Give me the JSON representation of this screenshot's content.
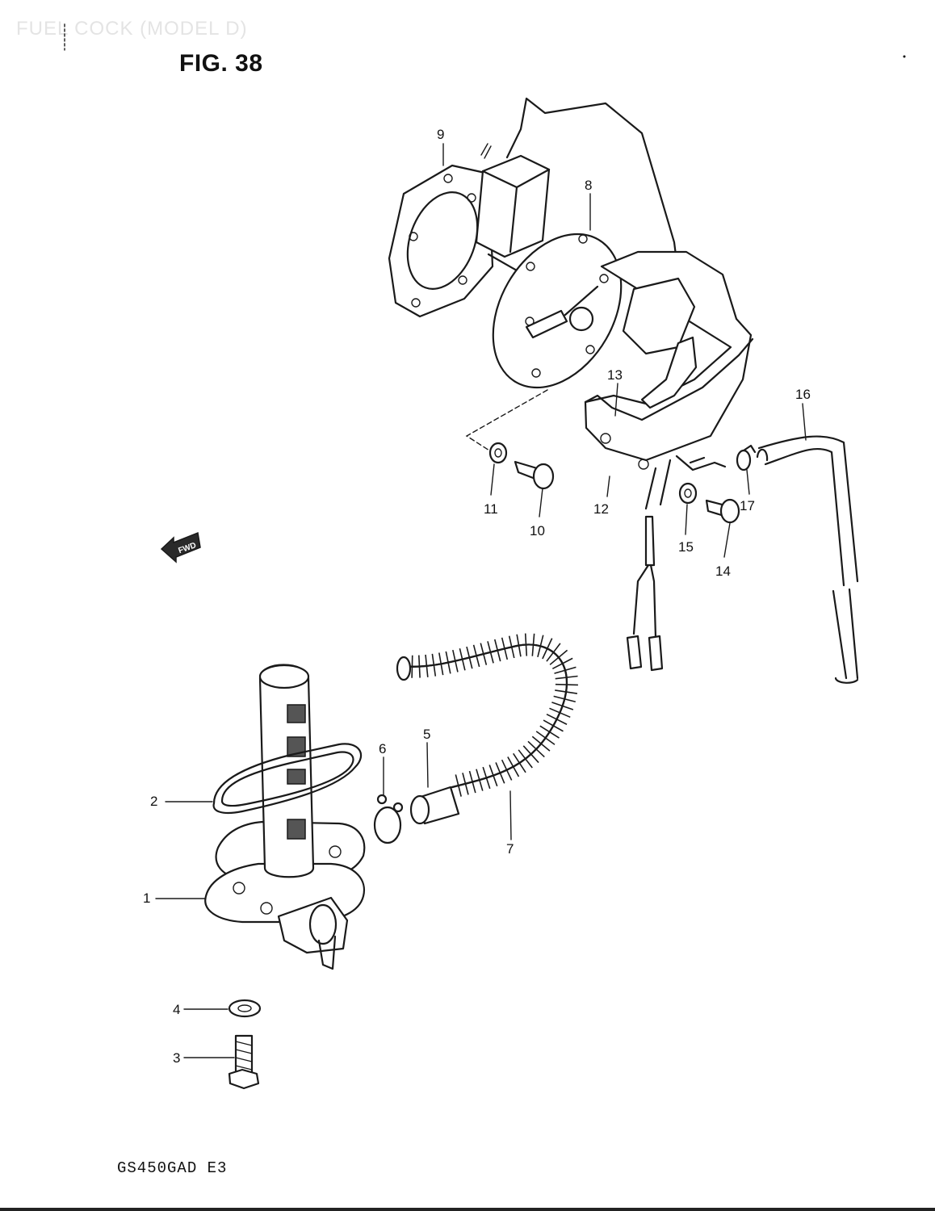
{
  "header": {
    "ghost_title": "FUEL COCK (MODEL D)",
    "figure_title": "FIG. 38"
  },
  "direction": {
    "label": "FWD"
  },
  "part_labels": {
    "p1": "1",
    "p2": "2",
    "p3": "3",
    "p4": "4",
    "p5": "5",
    "p6": "6",
    "p7": "7",
    "p8": "8",
    "p9": "9",
    "p10": "10",
    "p11": "11",
    "p12": "12",
    "p13": "13",
    "p14": "14",
    "p15": "15",
    "p16": "16",
    "p17": "17"
  },
  "footer": {
    "model_code": "GS450GAD  E3"
  }
}
